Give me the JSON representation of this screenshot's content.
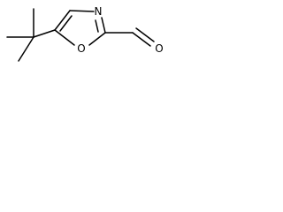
{
  "molecule": {
    "atoms": {
      "ring_nitrogen": "N",
      "ring_oxygen": "O",
      "aldehyde_oxygen": "O"
    }
  }
}
